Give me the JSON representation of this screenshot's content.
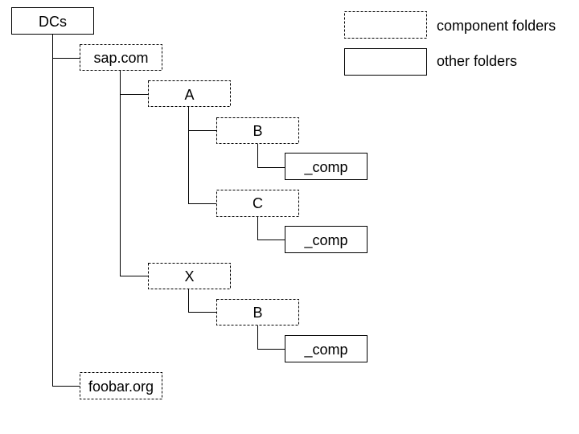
{
  "legend": {
    "component_label": "component folders",
    "other_label": "other folders"
  },
  "tree": {
    "root": "DCs",
    "sap": "sap.com",
    "a": "A",
    "a_b": "B",
    "a_b_comp": "_comp",
    "a_c": "C",
    "a_c_comp": "_comp",
    "x": "X",
    "x_b": "B",
    "x_b_comp": "_comp",
    "foobar": "foobar.org"
  },
  "colors": {
    "line": "#000000",
    "background": "#ffffff"
  }
}
